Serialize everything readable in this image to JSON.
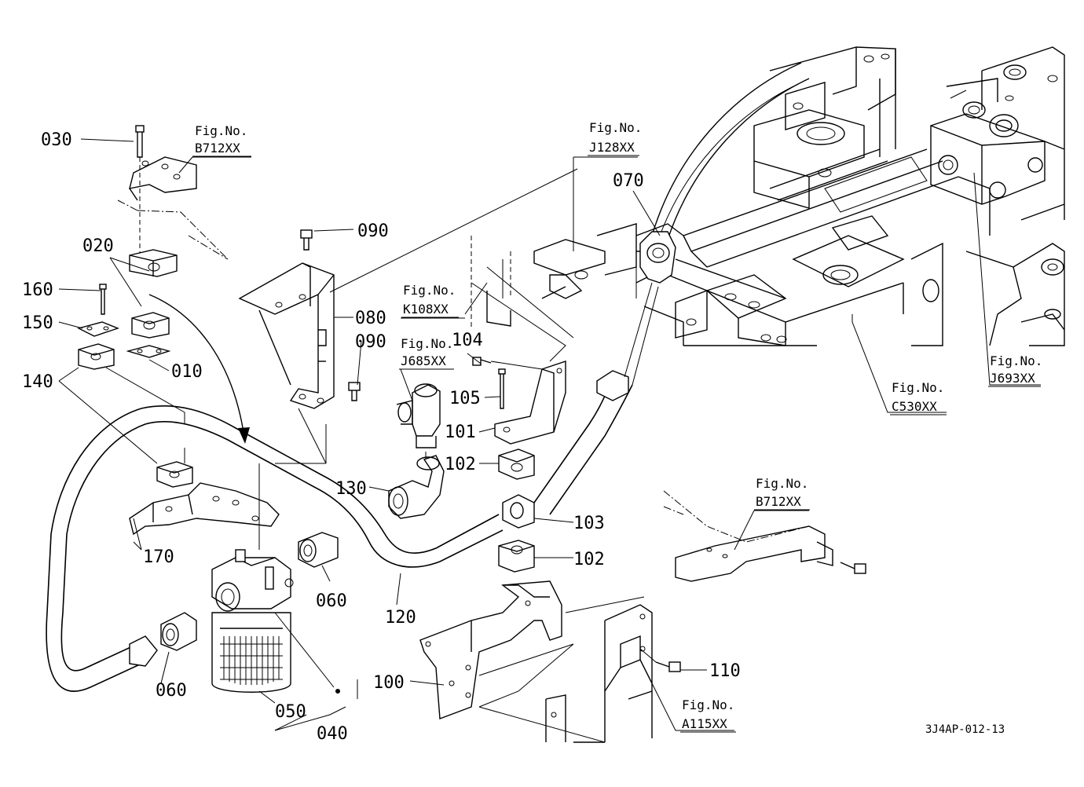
{
  "diagram": {
    "code": "3J4AP-012-13",
    "fig_prefix": "Fig.No.",
    "fig_refs": [
      {
        "id": "fig-b712xx-top",
        "ref": "B712XX"
      },
      {
        "id": "fig-j128xx",
        "ref": "J128XX"
      },
      {
        "id": "fig-k108xx",
        "ref": "K108XX"
      },
      {
        "id": "fig-j685xx",
        "ref": "J685XX"
      },
      {
        "id": "fig-c530xx",
        "ref": "C530XX"
      },
      {
        "id": "fig-j693xx",
        "ref": "J693XX"
      },
      {
        "id": "fig-b712xx-right",
        "ref": "B712XX"
      },
      {
        "id": "fig-a115xx",
        "ref": "A115XX"
      }
    ],
    "parts": [
      {
        "id": "p030",
        "num": "030"
      },
      {
        "id": "p020",
        "num": "020"
      },
      {
        "id": "p160",
        "num": "160"
      },
      {
        "id": "p150",
        "num": "150"
      },
      {
        "id": "p010",
        "num": "010"
      },
      {
        "id": "p140",
        "num": "140"
      },
      {
        "id": "p090a",
        "num": "090"
      },
      {
        "id": "p080",
        "num": "080"
      },
      {
        "id": "p090b",
        "num": "090"
      },
      {
        "id": "p104",
        "num": "104"
      },
      {
        "id": "p105",
        "num": "105"
      },
      {
        "id": "p101",
        "num": "101"
      },
      {
        "id": "p102a",
        "num": "102"
      },
      {
        "id": "p130",
        "num": "130"
      },
      {
        "id": "p070",
        "num": "070"
      },
      {
        "id": "p103",
        "num": "103"
      },
      {
        "id": "p102b",
        "num": "102"
      },
      {
        "id": "p170",
        "num": "170"
      },
      {
        "id": "p060a",
        "num": "060"
      },
      {
        "id": "p120",
        "num": "120"
      },
      {
        "id": "p060b",
        "num": "060"
      },
      {
        "id": "p050",
        "num": "050"
      },
      {
        "id": "p040",
        "num": "040"
      },
      {
        "id": "p100",
        "num": "100"
      },
      {
        "id": "p110",
        "num": "110"
      }
    ]
  }
}
